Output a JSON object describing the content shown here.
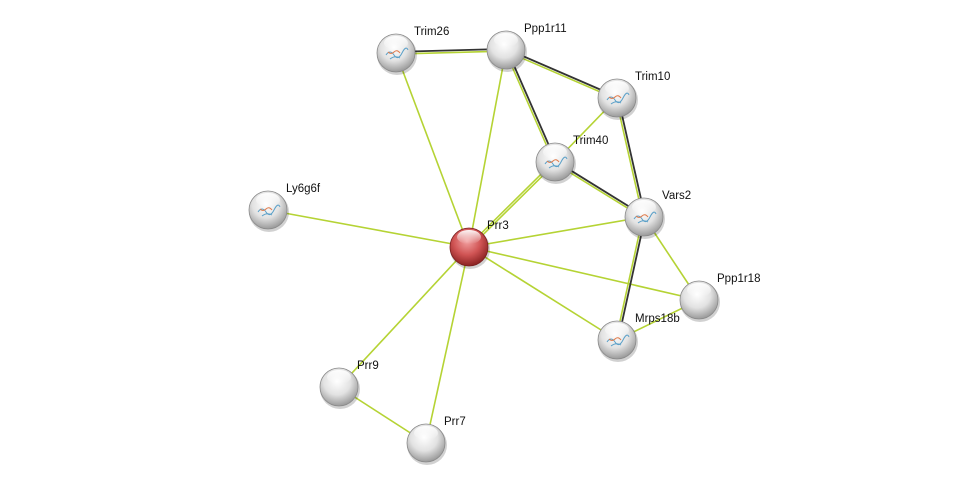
{
  "colors": {
    "evidence_edge": "#b5d334",
    "dark_edge": "#333333",
    "query_node": "#c0393b",
    "node": "#e6e6e6"
  },
  "nodes": [
    {
      "id": "Trim26",
      "label": "Trim26",
      "structure": true
    },
    {
      "id": "Ppp1r11",
      "label": "Ppp1r11",
      "structure": false
    },
    {
      "id": "Trim10",
      "label": "Trim10",
      "structure": true
    },
    {
      "id": "Trim40",
      "label": "Trim40",
      "structure": true
    },
    {
      "id": "Ly6g6f",
      "label": "Ly6g6f",
      "structure": true
    },
    {
      "id": "Prr3",
      "label": "Prr3",
      "structure": false,
      "query": true
    },
    {
      "id": "Vars2",
      "label": "Vars2",
      "structure": true
    },
    {
      "id": "Ppp1r18",
      "label": "Ppp1r18",
      "structure": false
    },
    {
      "id": "Mrps18b",
      "label": "Mrps18b",
      "structure": true
    },
    {
      "id": "Prr9",
      "label": "Prr9",
      "structure": false
    },
    {
      "id": "Prr7",
      "label": "Prr7",
      "structure": false
    }
  ],
  "edges": [
    {
      "from": "Trim26",
      "to": "Ppp1r11",
      "types": [
        "dark",
        "green"
      ]
    },
    {
      "from": "Trim26",
      "to": "Prr3",
      "types": [
        "green"
      ]
    },
    {
      "from": "Ppp1r11",
      "to": "Prr3",
      "types": [
        "green"
      ]
    },
    {
      "from": "Ppp1r11",
      "to": "Trim10",
      "types": [
        "dark",
        "green"
      ]
    },
    {
      "from": "Ppp1r11",
      "to": "Trim40",
      "types": [
        "dark",
        "green"
      ]
    },
    {
      "from": "Trim10",
      "to": "Trim40",
      "types": [
        "green"
      ]
    },
    {
      "from": "Trim10",
      "to": "Vars2",
      "types": [
        "dark",
        "green"
      ]
    },
    {
      "from": "Trim40",
      "to": "Prr3",
      "types": [
        "green",
        "green"
      ]
    },
    {
      "from": "Trim40",
      "to": "Vars2",
      "types": [
        "dark",
        "green"
      ]
    },
    {
      "from": "Ly6g6f",
      "to": "Prr3",
      "types": [
        "green"
      ]
    },
    {
      "from": "Prr3",
      "to": "Vars2",
      "types": [
        "green"
      ]
    },
    {
      "from": "Prr3",
      "to": "Ppp1r18",
      "types": [
        "green"
      ]
    },
    {
      "from": "Prr3",
      "to": "Mrps18b",
      "types": [
        "green"
      ]
    },
    {
      "from": "Prr3",
      "to": "Prr9",
      "types": [
        "green"
      ]
    },
    {
      "from": "Prr3",
      "to": "Prr7",
      "types": [
        "green"
      ]
    },
    {
      "from": "Prr9",
      "to": "Prr7",
      "types": [
        "green"
      ]
    },
    {
      "from": "Vars2",
      "to": "Ppp1r18",
      "types": [
        "green"
      ]
    },
    {
      "from": "Vars2",
      "to": "Mrps18b",
      "types": [
        "dark",
        "green"
      ]
    },
    {
      "from": "Mrps18b",
      "to": "Ppp1r18",
      "types": [
        "green"
      ]
    }
  ]
}
